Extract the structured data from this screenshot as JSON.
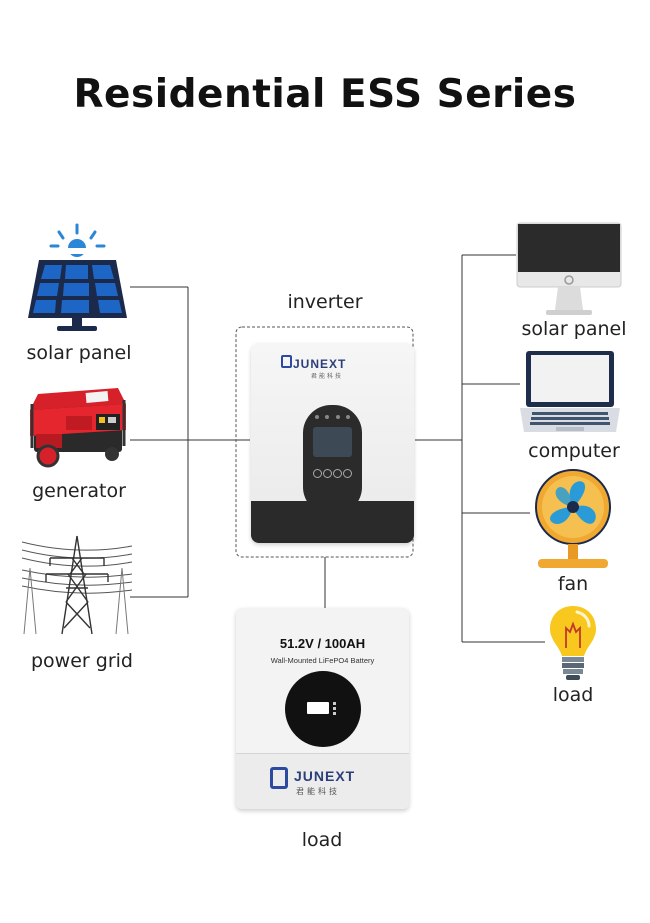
{
  "title": "Residential ESS Series",
  "labels": {
    "inverter": "inverter",
    "left_top": "solar panel",
    "left_mid": "generator",
    "left_bottom": "power grid",
    "bottom": "load",
    "right_1": "solar panel",
    "right_2": "computer",
    "right_3": "fan",
    "right_4": "load"
  },
  "inverter_device": {
    "brand": "JUNEXT",
    "brand_sub": "君能科技"
  },
  "battery_device": {
    "spec": "51.2V / 100AH",
    "subtitle": "Wall-Mounted LiFePO4 Battery",
    "brand": "JUNEXT",
    "brand_sub": "君能科技"
  },
  "colors": {
    "solar_blue": "#1e66c6",
    "frame_navy": "#1b2a4a",
    "sun_blue": "#2a86d6",
    "generator_red": "#d6202a",
    "fan_blue": "#2a9bd6",
    "fan_base": "#f0a830",
    "bulb_yellow": "#f8c81e"
  }
}
